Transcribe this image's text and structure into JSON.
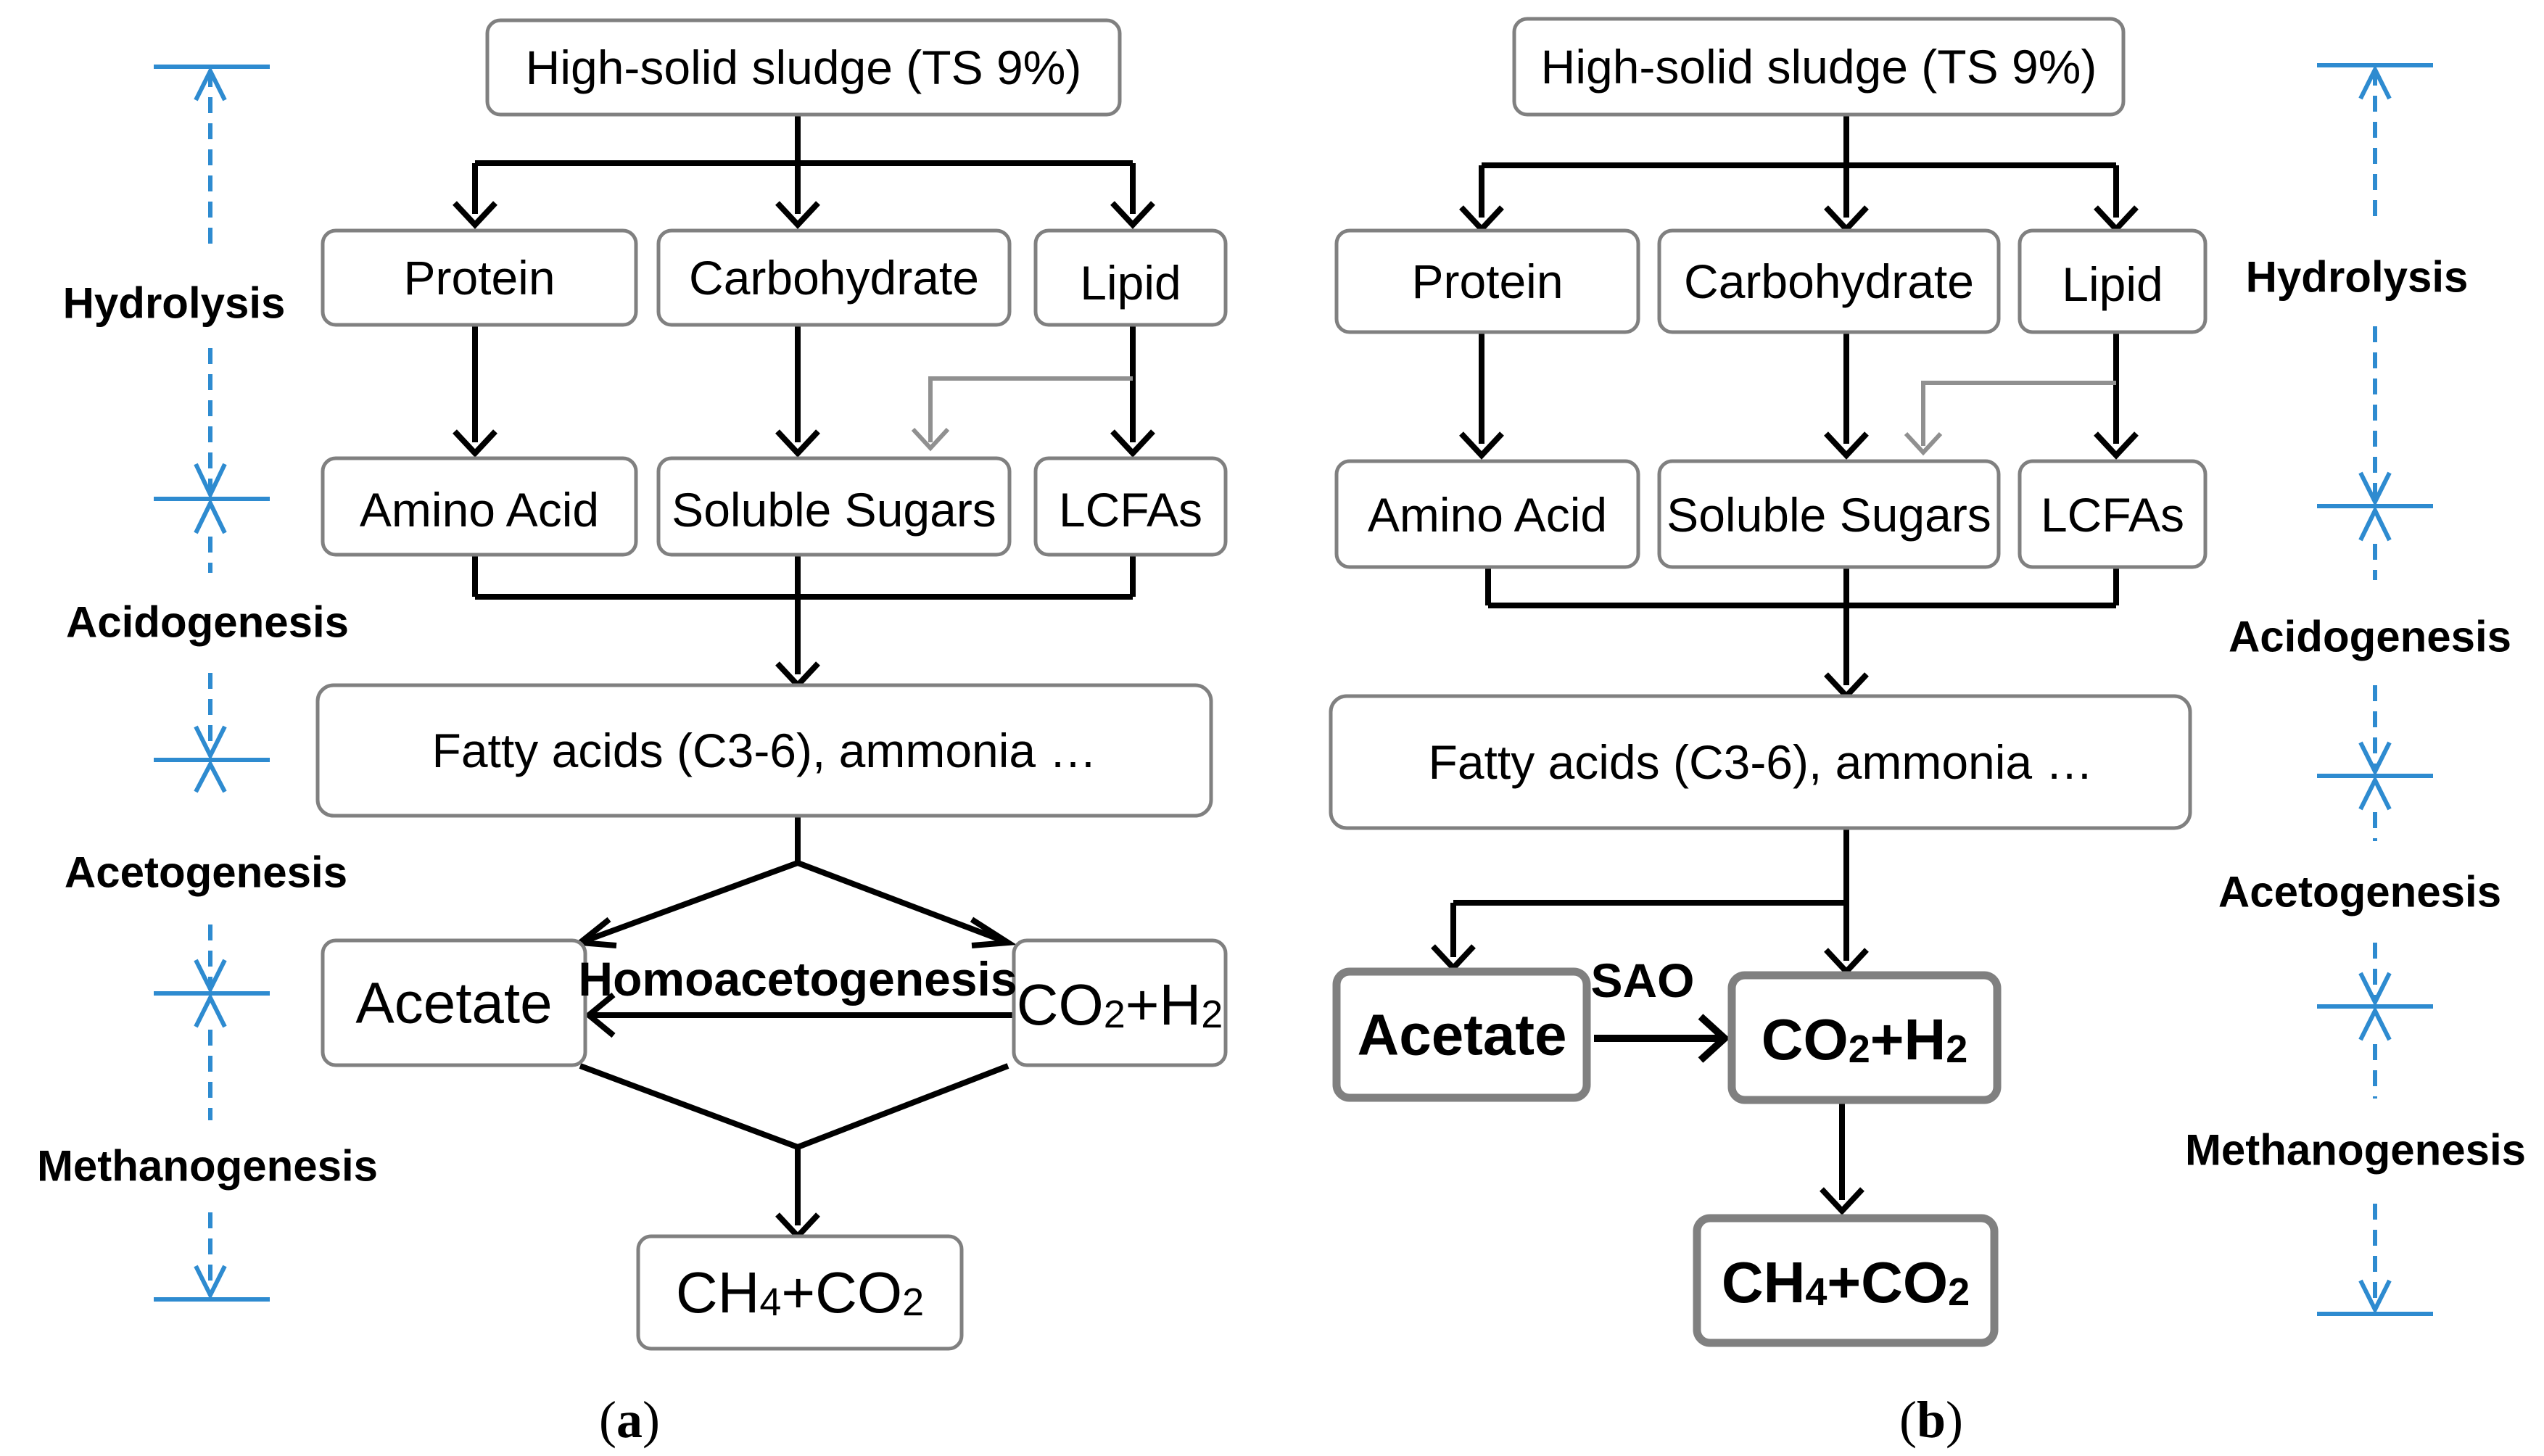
{
  "colors": {
    "stage_marker": "#2e8bd0",
    "box_border": "#808080",
    "side_branch": "#909090"
  },
  "panel_a": {
    "feed": "High-solid sludge (TS 9%)",
    "protein": "Protein",
    "carbohydrate": "Carbohydrate",
    "lipid": "Lipid",
    "amino_acid": "Amino Acid",
    "soluble_sugars": "Soluble Sugars",
    "lcfas": "LCFAs",
    "fatty_acids": "Fatty acids (C3-6), ammonia …",
    "acetate": "Acetate",
    "homoacetogenesis": "Homoacetogenesis",
    "co2h2": {
      "c": "CO",
      "s1": "2",
      "mid": "+H",
      "s2": "2"
    },
    "ch4co2": {
      "c": "CH",
      "s1": "4",
      "mid": "+CO",
      "s2": "2"
    },
    "label": {
      "open": "(",
      "letter": "a",
      "close": ")"
    }
  },
  "panel_b": {
    "feed": "High-solid sludge (TS 9%)",
    "protein": "Protein",
    "carbohydrate": "Carbohydrate",
    "lipid": "Lipid",
    "amino_acid": "Amino Acid",
    "soluble_sugars": "Soluble Sugars",
    "lcfas": "LCFAs",
    "fatty_acids": "Fatty acids (C3-6), ammonia …",
    "acetate": "Acetate",
    "sao": "SAO",
    "co2h2": {
      "c": "CO",
      "s1": "2",
      "mid": "+H",
      "s2": "2"
    },
    "ch4co2": {
      "c": "CH",
      "s1": "4",
      "mid": "+CO",
      "s2": "2"
    },
    "label": {
      "open": "(",
      "letter": "b",
      "close": ")"
    }
  },
  "stages_a": {
    "hydrolysis": "Hydrolysis",
    "acidogenesis": "Acidogenesis",
    "acetogenesis": "Acetogenesis",
    "methanogenesis": "Methanogenesis"
  },
  "stages_b": {
    "hydrolysis": "Hydrolysis",
    "acidogenesis": "Acidogenesis",
    "acetogenesis": "Acetogenesis",
    "methanogenesis": "Methanogenesis"
  }
}
